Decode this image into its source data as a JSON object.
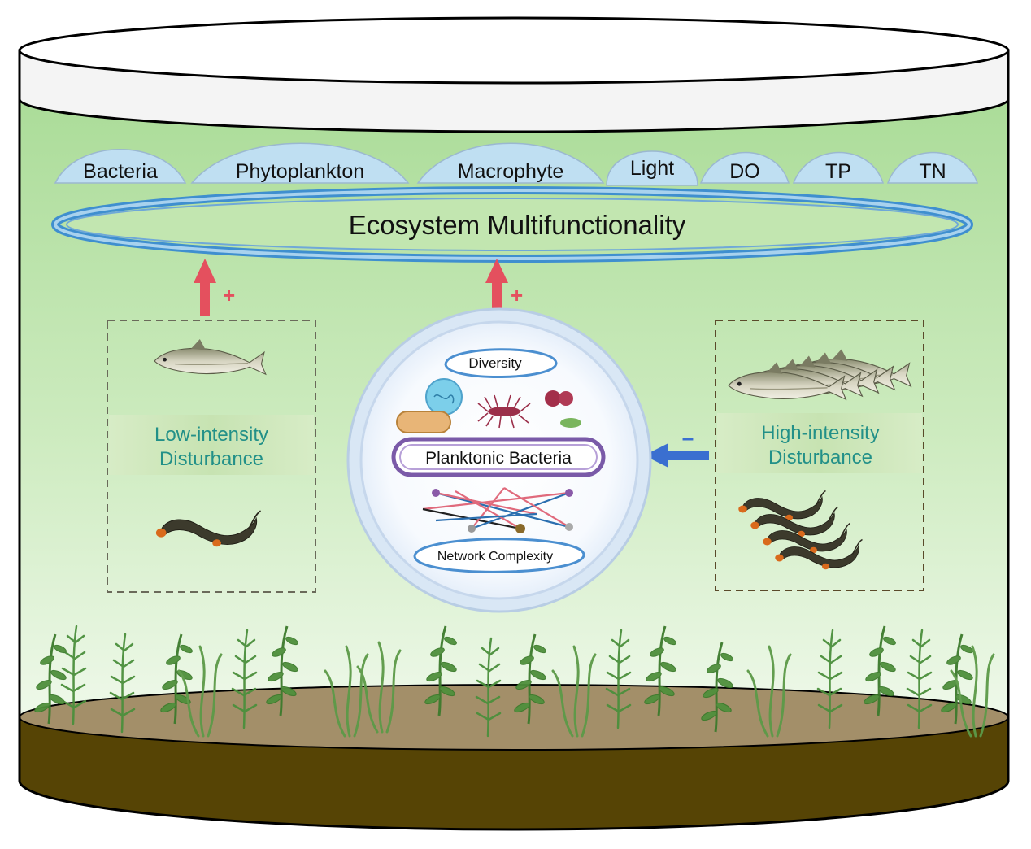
{
  "domes": [
    {
      "key": "bacteria",
      "label": "Bacteria"
    },
    {
      "key": "phytoplankton",
      "label": "Phytoplankton"
    },
    {
      "key": "macrophyte",
      "label": "Macrophyte"
    },
    {
      "key": "light",
      "label": "Light"
    },
    {
      "key": "do",
      "label": "DO"
    },
    {
      "key": "tp",
      "label": "TP"
    },
    {
      "key": "tn",
      "label": "TN"
    }
  ],
  "ecosystem_label": "Ecosystem Multifunctionality",
  "effects": {
    "left_sign": "+",
    "center_sign": "+",
    "right_sign": "–"
  },
  "low_box": {
    "line1": "Low-intensity",
    "line2": "Disturbance"
  },
  "high_box": {
    "line1": "High-intensity",
    "line2": "Disturbance"
  },
  "bacteria_panel": {
    "diversity": "Diversity",
    "center": "Planktonic Bacteria",
    "network": "Network Complexity"
  },
  "colors": {
    "water_top": "#a9dc98",
    "water_bottom": "#eef9e8",
    "sediment": "#5a4705",
    "sediment_top": "#a08c64",
    "dome_fill": "#bfdff2",
    "ring_blue": "#3f8fcf",
    "arrow_red": "#e4505e",
    "arrow_blue": "#3a6fd0",
    "box_text_teal": "#229088",
    "plant_green": "#4b8f3c"
  }
}
